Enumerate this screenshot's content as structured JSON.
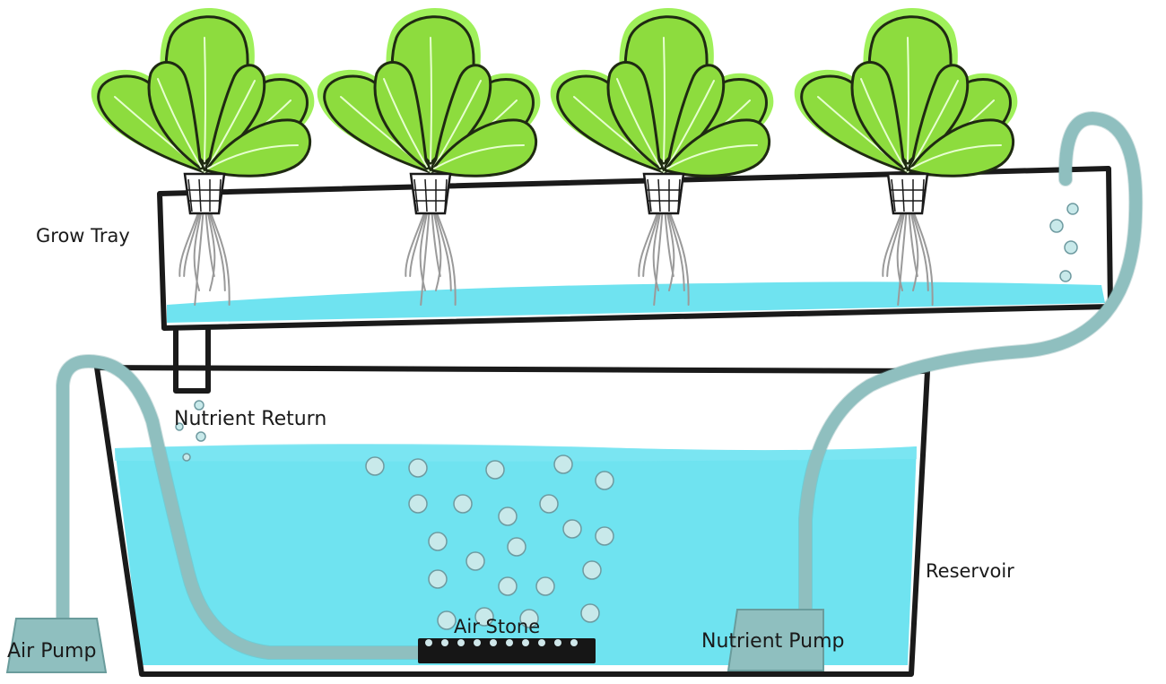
{
  "labels": {
    "grow_tray": "Grow Tray",
    "nutrient_return": "Nutrient Return",
    "reservoir": "Reservoir",
    "air_stone": "Air Stone",
    "air_pump": "Air Pump",
    "nutrient_pump": "Nutrient Pump"
  },
  "plants": [
    "lettuce",
    "lettuce",
    "lettuce",
    "lettuce"
  ],
  "colors": {
    "water": "#6fe3f0",
    "leaf": "#8ddc3e",
    "leaf_outline": "#1f2a12",
    "hose": "#8fbfbf",
    "outline": "#1a1a1a",
    "root": "#9a9a9a"
  }
}
